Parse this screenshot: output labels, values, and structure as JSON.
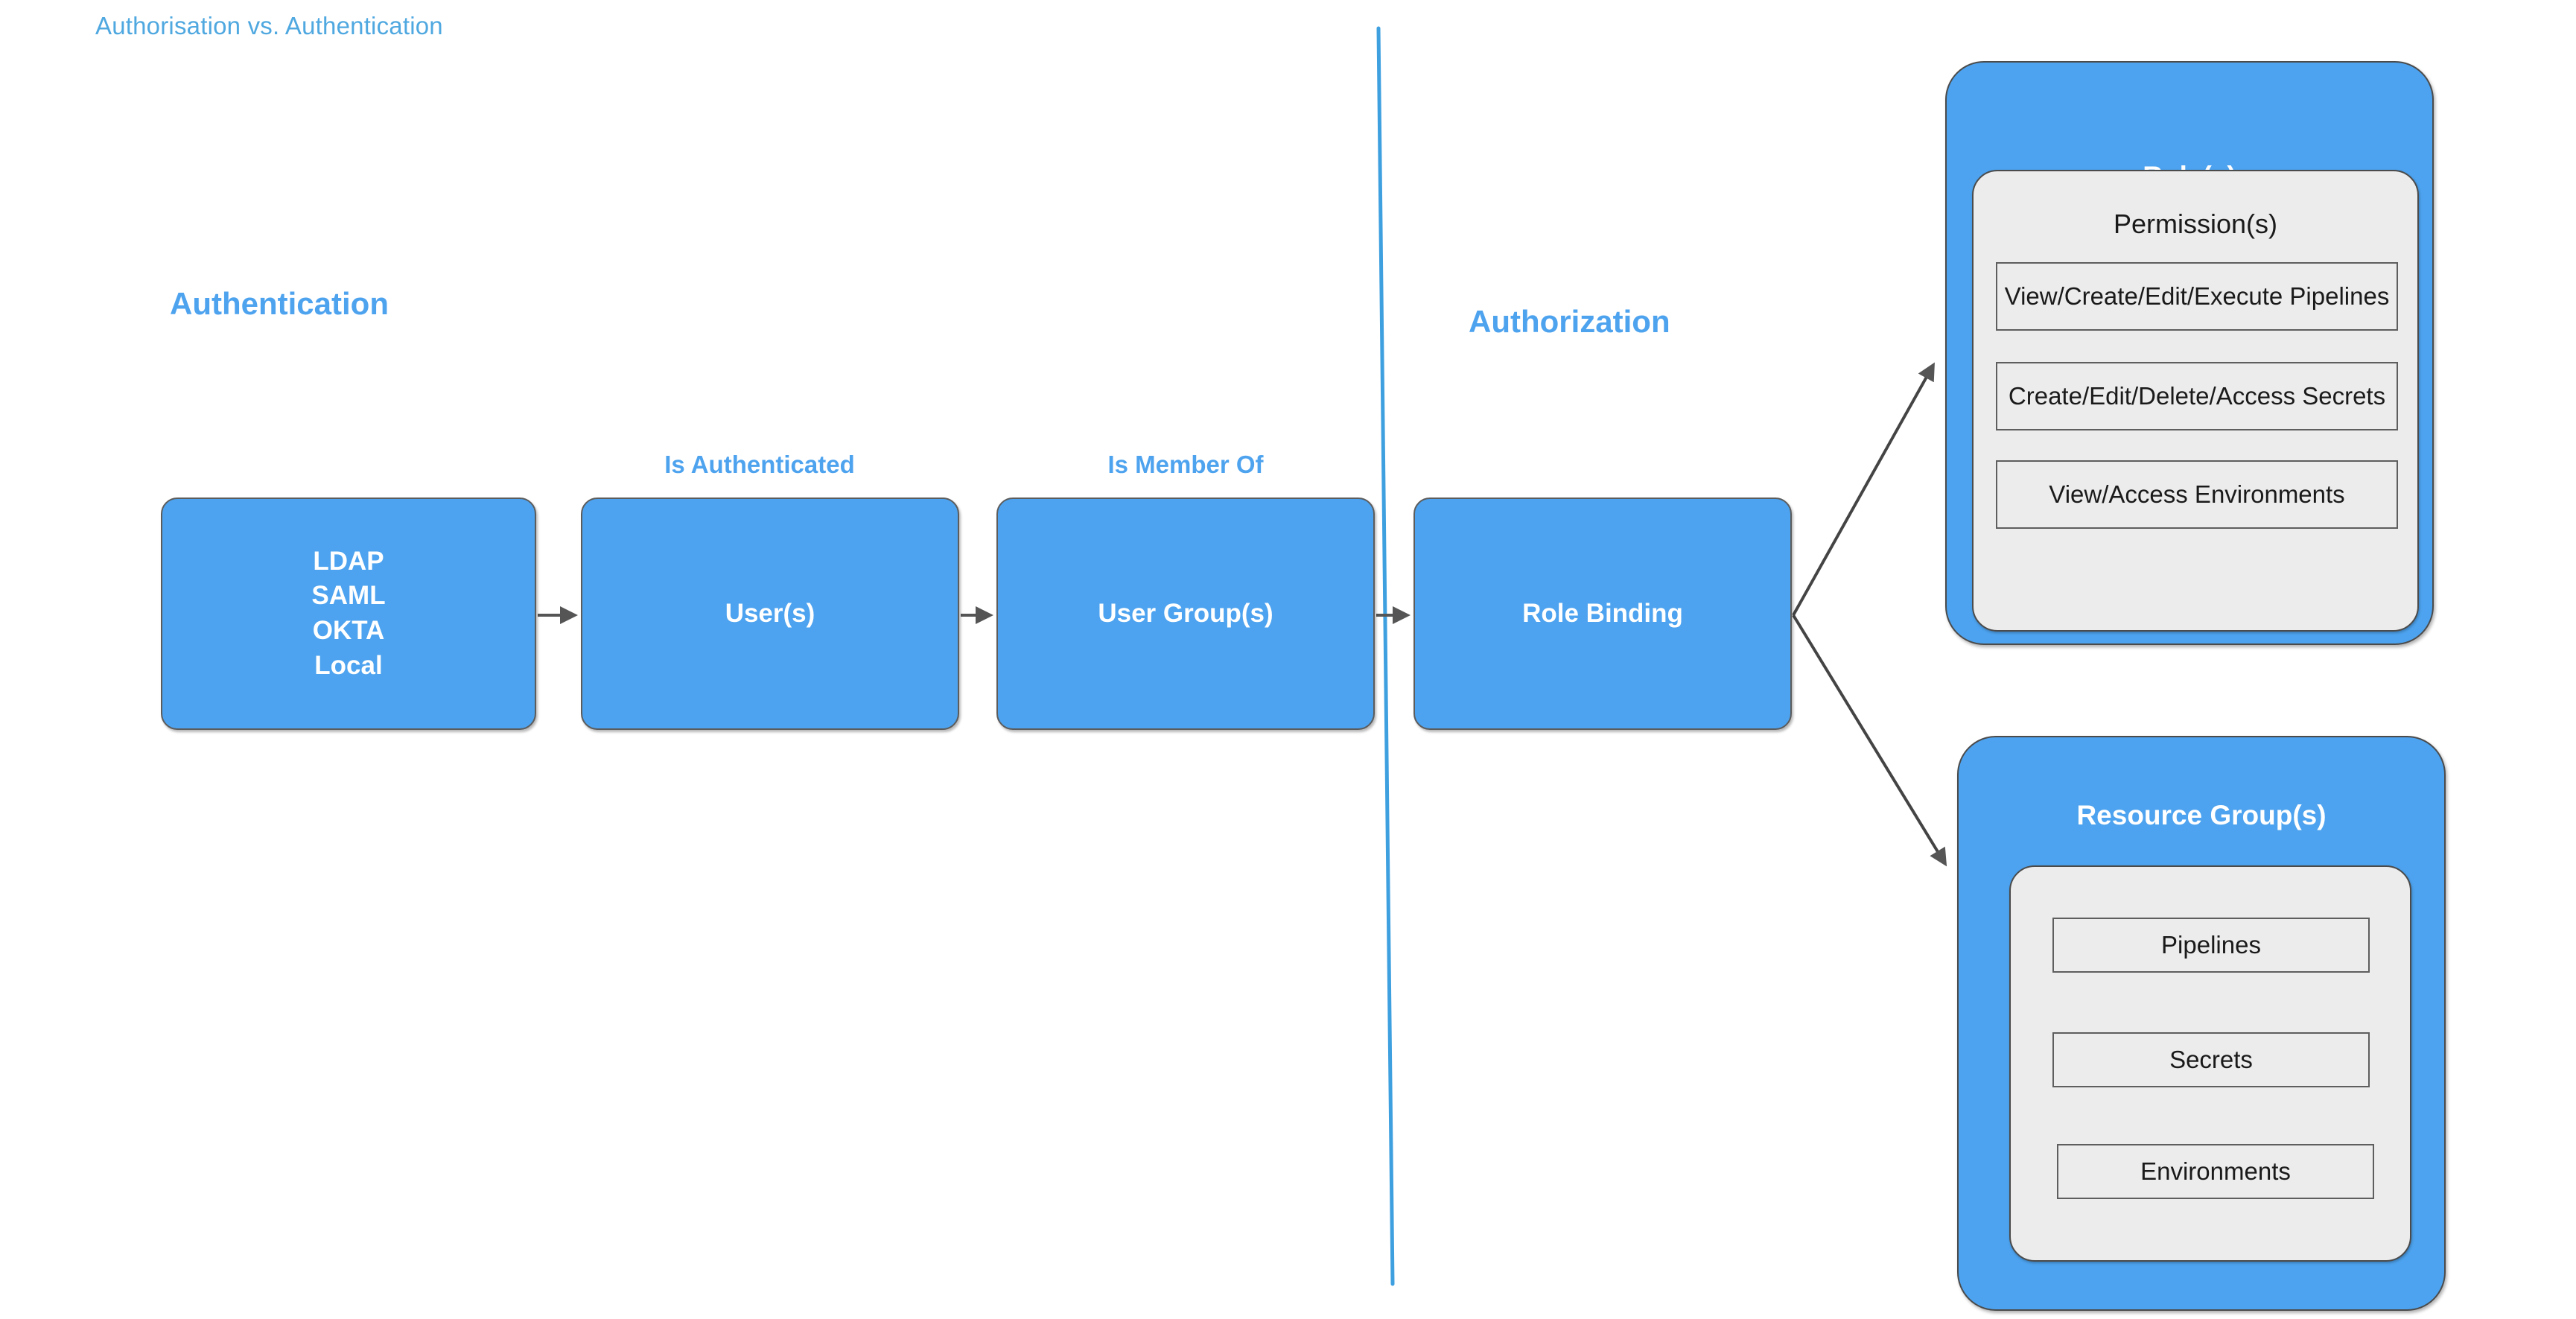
{
  "diagram": {
    "title": "Authorisation vs. Authentication",
    "title_color": "#4fa8e0",
    "accent_color": "#4ea3ef",
    "node_fill": "#4da3ef",
    "panel_fill": "#ececec",
    "divider_color": "#3fa0e0"
  },
  "sections": {
    "authentication": {
      "heading": "Authentication"
    },
    "authorization": {
      "heading": "Authorization"
    }
  },
  "edge_labels": {
    "is_authenticated": "Is Authenticated",
    "is_member_of": "Is Member Of"
  },
  "nodes": {
    "identity_providers": {
      "label": "LDAP\nSAML\nOKTA\nLocal"
    },
    "users": {
      "label": "User(s)"
    },
    "user_groups": {
      "label": "User Group(s)"
    },
    "role_binding": {
      "label": "Role Binding"
    }
  },
  "cards": {
    "roles": {
      "title": "Role(s)",
      "panel_heading": "Permission(s)",
      "items": [
        "View/Create/Edit/Execute Pipelines",
        "Create/Edit/Delete/Access Secrets",
        "View/Access Environments"
      ]
    },
    "resource_groups": {
      "title": "Resource Group(s)",
      "items": [
        "Pipelines",
        "Secrets",
        "Environments"
      ]
    }
  }
}
